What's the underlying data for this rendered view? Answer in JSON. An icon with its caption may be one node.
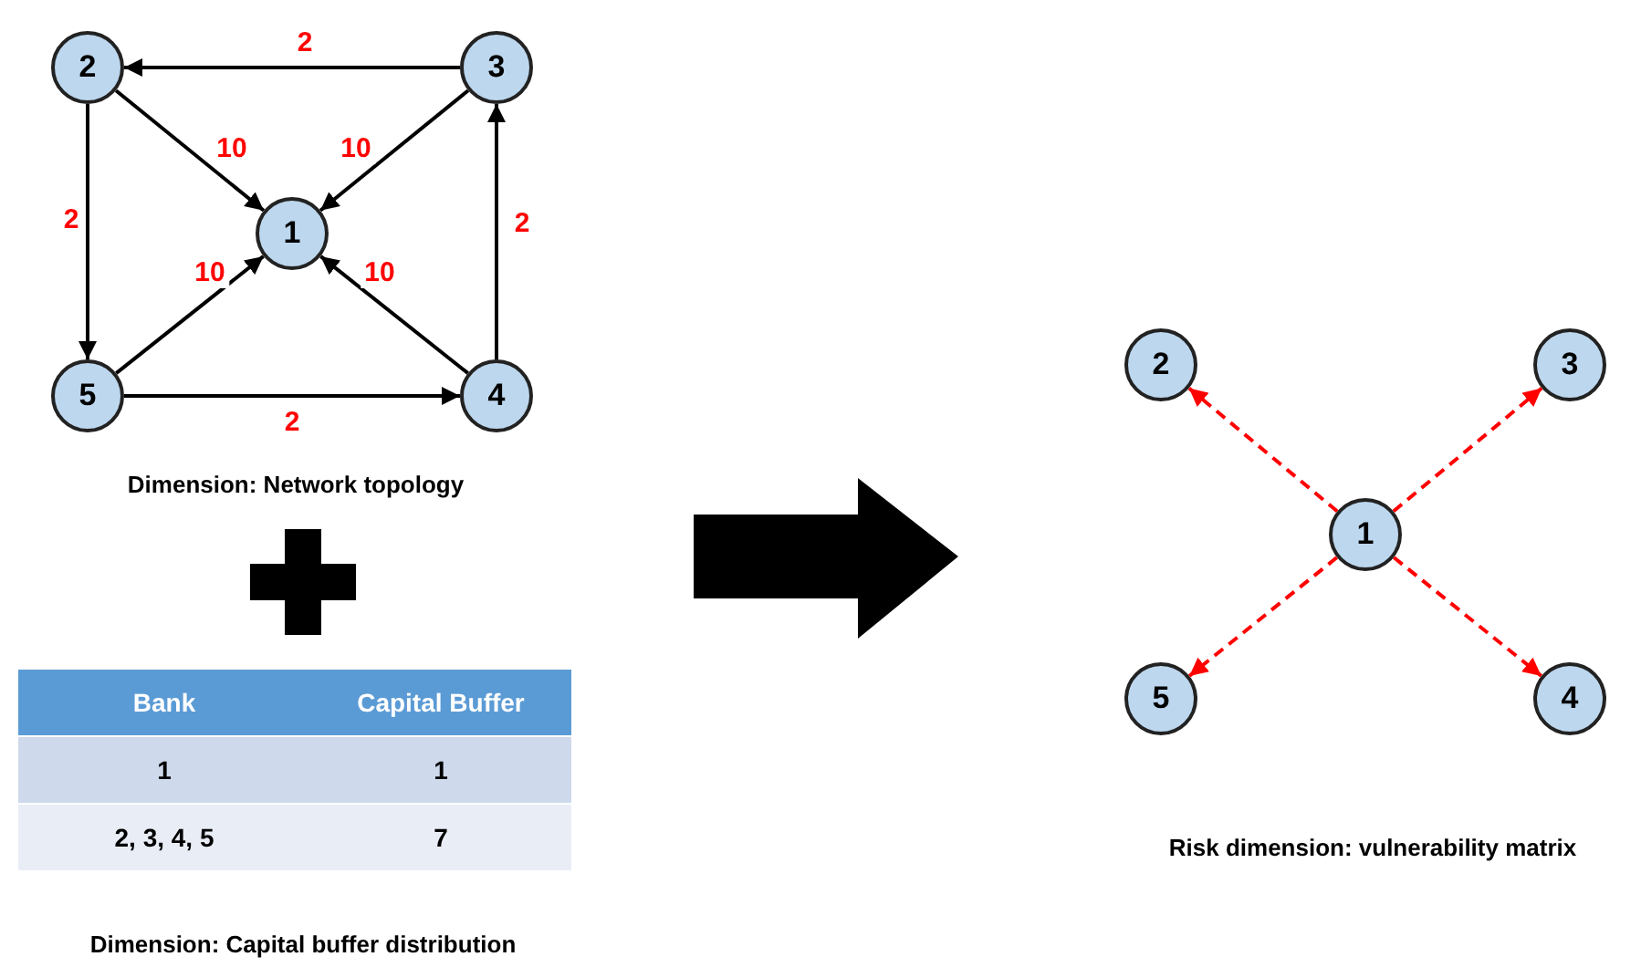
{
  "diagram": {
    "nodes": [
      {
        "text": [
          "2"
        ]
      },
      {
        "text": [
          "3"
        ]
      },
      {
        "text": [
          "1"
        ]
      },
      {
        "text": [
          "5"
        ]
      },
      {
        "text": [
          "4"
        ]
      },
      {
        "text": [
          "2"
        ]
      },
      {
        "text": [
          "3"
        ]
      },
      {
        "text": [
          "1"
        ]
      },
      {
        "text": [
          "5"
        ]
      },
      {
        "text": [
          "4"
        ]
      }
    ],
    "edges": [
      {
        "from": 1,
        "to": 0,
        "arrow": "to",
        "label": "2"
      },
      {
        "from": 0,
        "to": 2,
        "arrow": "to",
        "label": "10"
      },
      {
        "from": 1,
        "to": 2,
        "arrow": "to",
        "label": "10"
      },
      {
        "from": 0,
        "to": 3,
        "arrow": "to",
        "label": "2"
      },
      {
        "from": 3,
        "to": 2,
        "arrow": "to",
        "label": "10"
      },
      {
        "from": 4,
        "to": 2,
        "arrow": "to",
        "label": "10"
      },
      {
        "from": 4,
        "to": 1,
        "arrow": "to",
        "label": "2"
      },
      {
        "from": 3,
        "to": 4,
        "arrow": "to",
        "label": "2"
      },
      {
        "from": 7,
        "to": 5,
        "arrow": "to",
        "style": "dashed",
        "color": "#ff0000"
      },
      {
        "from": 7,
        "to": 6,
        "arrow": "to",
        "style": "dashed",
        "color": "#ff0000"
      },
      {
        "from": 7,
        "to": 8,
        "arrow": "to",
        "style": "dashed",
        "color": "#ff0000"
      },
      {
        "from": 7,
        "to": 9,
        "arrow": "to",
        "style": "dashed",
        "color": "#ff0000"
      }
    ],
    "labels": [
      "Dimension: Network topology",
      "Bank",
      "Capital Buffer",
      "1",
      "1",
      "2, 3, 4, 5",
      "7",
      "Dimension: Capital buffer distribution",
      "Risk dimension: vulnerability matrix"
    ]
  }
}
